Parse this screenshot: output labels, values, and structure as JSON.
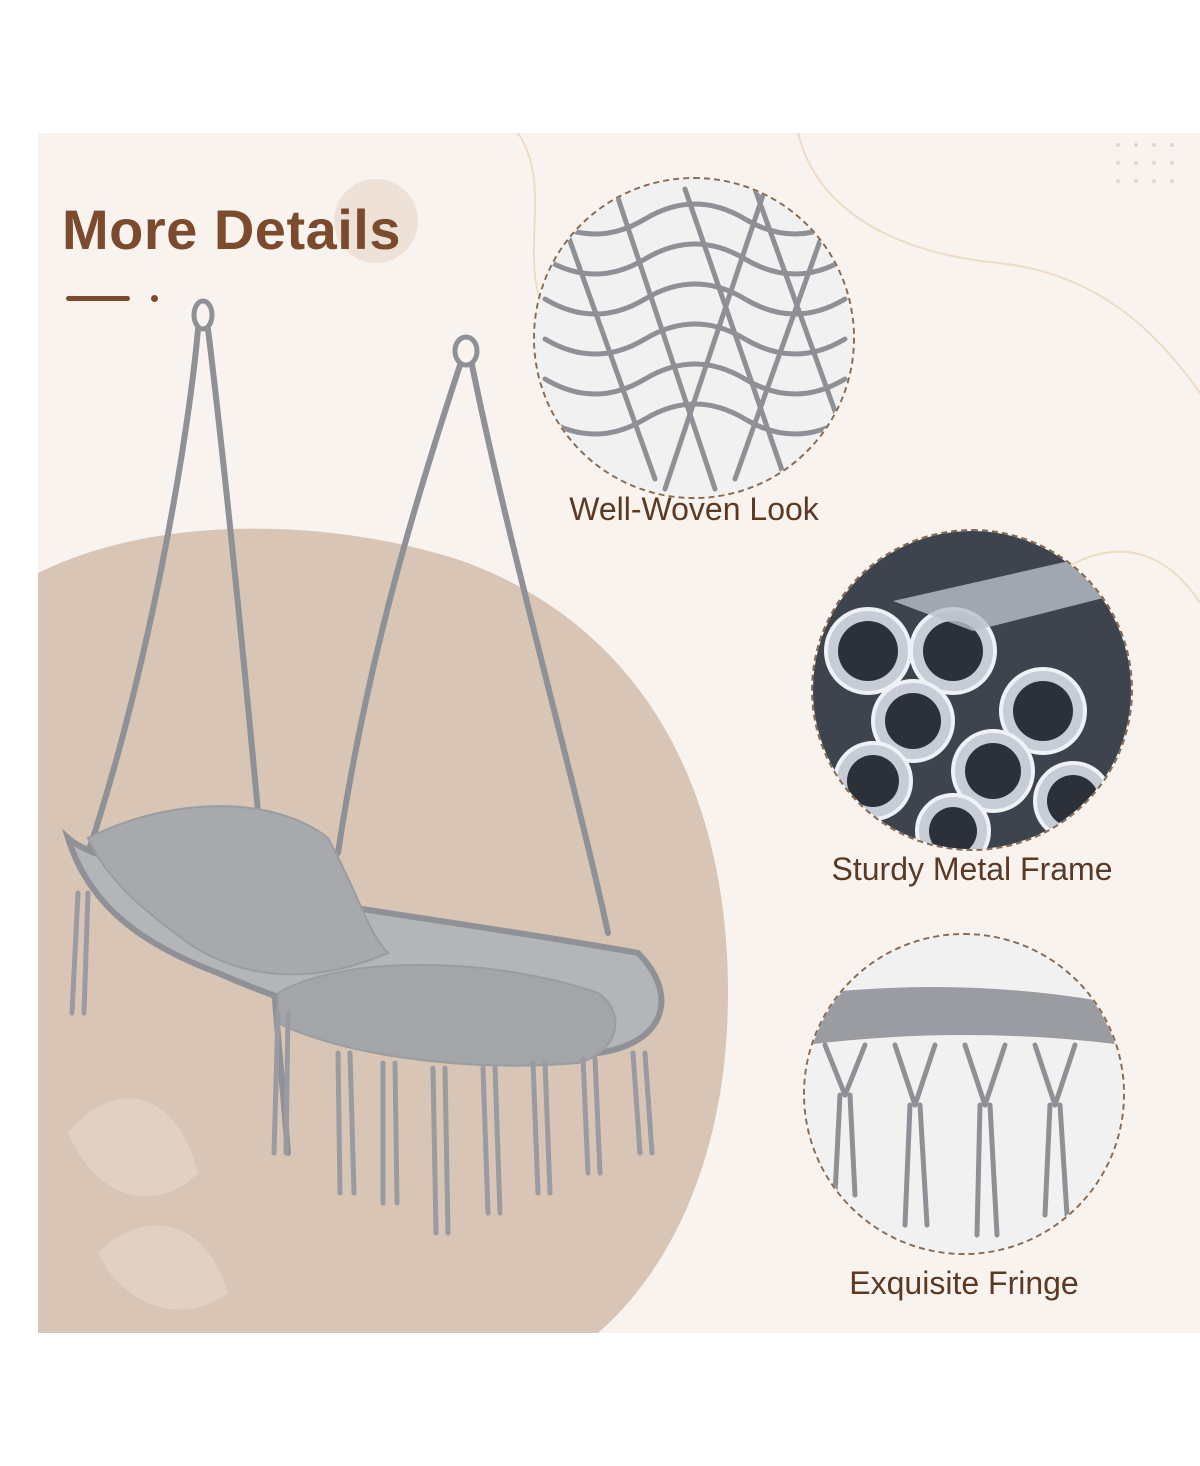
{
  "header": {
    "title": "More Details"
  },
  "features": [
    {
      "label": "Well-Woven Look",
      "icon": "woven-rope-photo"
    },
    {
      "label": "Sturdy Metal Frame",
      "icon": "metal-tubes-photo"
    },
    {
      "label": "Exquisite Fringe",
      "icon": "fringe-photo"
    }
  ],
  "colors": {
    "accent": "#7c4a2d",
    "background": "#f8f3ee",
    "blob": "#d8c5b6",
    "rope": "#8f9196"
  }
}
